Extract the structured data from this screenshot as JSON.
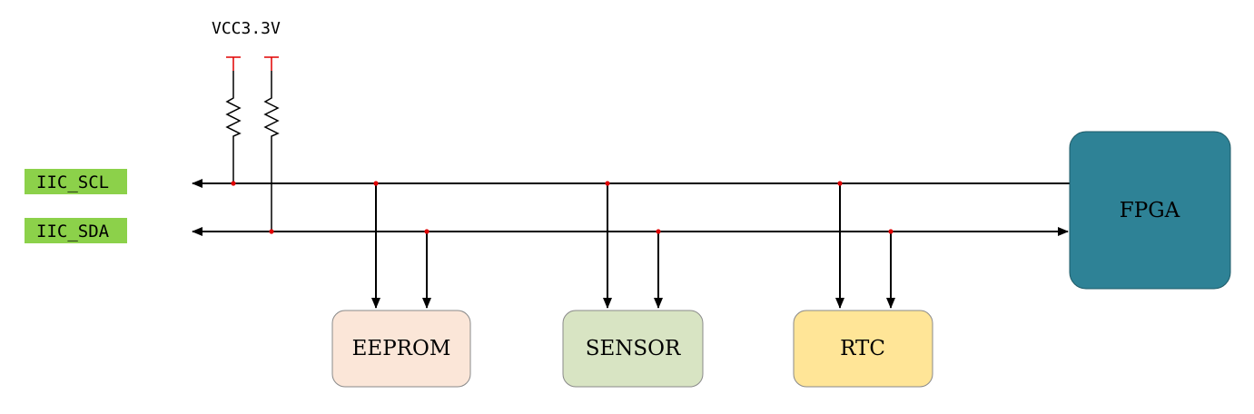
{
  "power": {
    "label": "VCC3.3V"
  },
  "signals": {
    "scl": "IIC_SCL",
    "sda": "IIC_SDA"
  },
  "master": {
    "label": "FPGA"
  },
  "devices": [
    {
      "id": "eeprom",
      "label": "EEPROM"
    },
    {
      "id": "sensor",
      "label": "SENSOR"
    },
    {
      "id": "rtc",
      "label": "RTC"
    }
  ],
  "colors": {
    "wire": "#000000",
    "junction": "#e00000",
    "power_bar": "#e00000",
    "signal_tag": "#8cd14a",
    "fpga": "#2e8296",
    "eeprom": "#fbe6d8",
    "sensor": "#d8e4c3",
    "rtc": "#ffe597"
  }
}
